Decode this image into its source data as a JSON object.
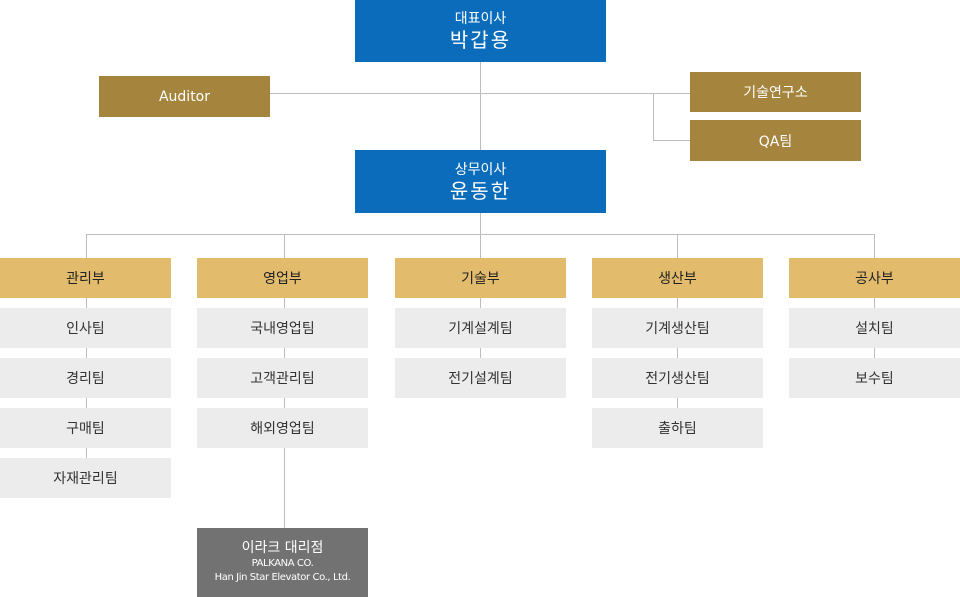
{
  "ceo": {
    "title": "대표이사",
    "name": "박갑용"
  },
  "auditor": "Auditor",
  "research_lab": "기술연구소",
  "qa_team": "QA팀",
  "managing_director": {
    "title": "상무이사",
    "name": "윤동한"
  },
  "departments": [
    {
      "name": "관리부",
      "teams": [
        "인사팀",
        "경리팀",
        "구매팀",
        "자재관리팀"
      ]
    },
    {
      "name": "영업부",
      "teams": [
        "국내영업팀",
        "고객관리팀",
        "해외영업팀"
      ]
    },
    {
      "name": "기술부",
      "teams": [
        "기계설계팀",
        "전기설계팀"
      ]
    },
    {
      "name": "생산부",
      "teams": [
        "기계생산팀",
        "전기생산팀",
        "출하팀"
      ]
    },
    {
      "name": "공사부",
      "teams": [
        "설치팀",
        "보수팀"
      ]
    }
  ],
  "agency": {
    "name": "이라크 대리점",
    "line1": "PALKANA CO.",
    "line2": "Han Jin Star Elevator Co., Ltd."
  }
}
